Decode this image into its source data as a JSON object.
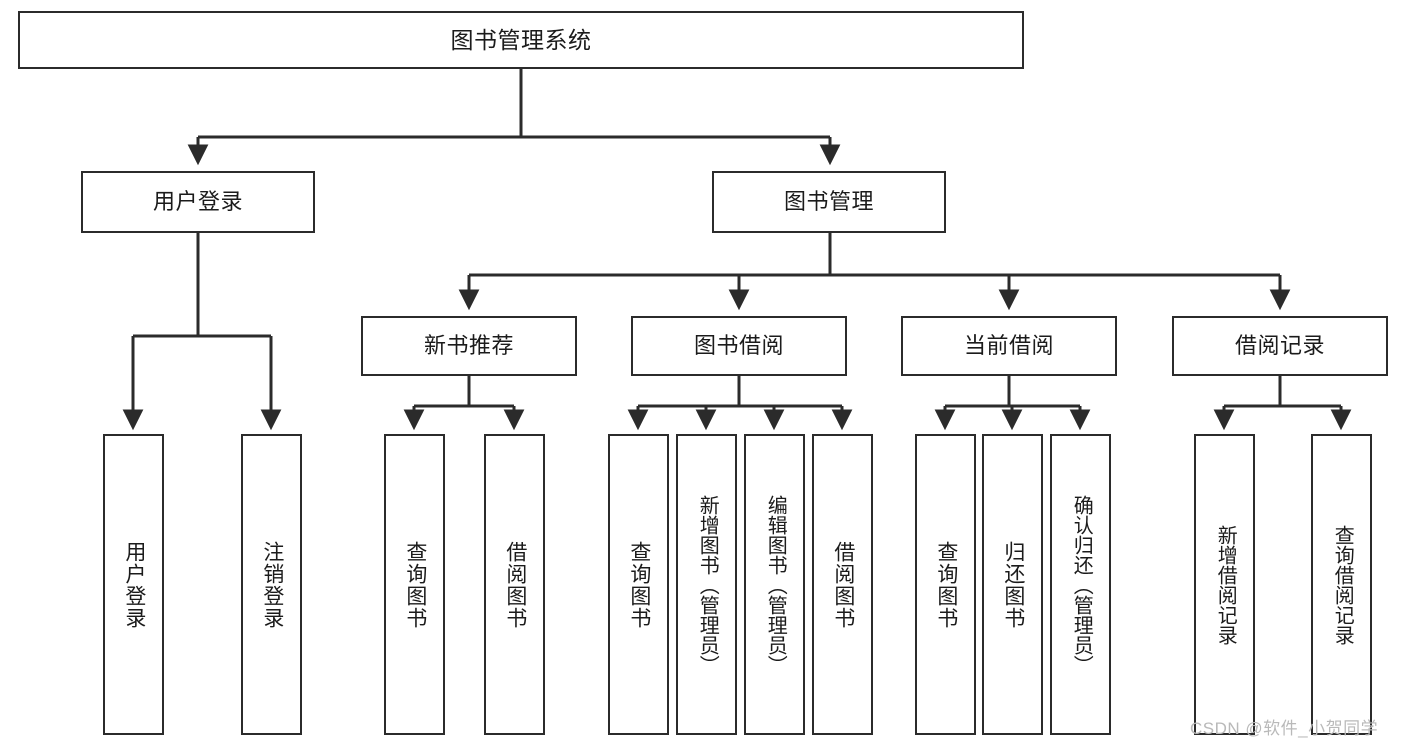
{
  "diagram": {
    "type": "tree-hierarchy",
    "title": "图书管理系统",
    "watermark": "CSDN @软件_小贺同学",
    "colors": {
      "stroke": "#2b2b2b",
      "fill": "#ffffff",
      "text": "#1b1b1b",
      "watermark": "#b9b9b9"
    },
    "nodes": {
      "root": {
        "label": "图书管理系统"
      },
      "level2": [
        {
          "id": "user-login",
          "label": "用户登录"
        },
        {
          "id": "book-manage",
          "label": "图书管理"
        }
      ],
      "level3": [
        {
          "id": "new-book-recommend",
          "label": "新书推荐"
        },
        {
          "id": "book-borrow",
          "label": "图书借阅"
        },
        {
          "id": "current-borrow",
          "label": "当前借阅"
        },
        {
          "id": "borrow-record",
          "label": "借阅记录"
        }
      ],
      "leaves": {
        "user_login": [
          {
            "id": "leaf-user-login",
            "label": "用户登录"
          },
          {
            "id": "leaf-logout-login",
            "label": "注销登录"
          }
        ],
        "new_book_recommend": [
          {
            "id": "leaf-query-book-1",
            "label": "查询图书"
          },
          {
            "id": "leaf-borrow-book-1",
            "label": "借阅图书"
          }
        ],
        "book_borrow": [
          {
            "id": "leaf-query-book-2",
            "label": "查询图书"
          },
          {
            "id": "leaf-add-book",
            "label": "新增图书（管理员）"
          },
          {
            "id": "leaf-edit-book",
            "label": "编辑图书（管理员）"
          },
          {
            "id": "leaf-borrow-book-2",
            "label": "借阅图书"
          }
        ],
        "current_borrow": [
          {
            "id": "leaf-query-book-3",
            "label": "查询图书"
          },
          {
            "id": "leaf-return-book",
            "label": "归还图书"
          },
          {
            "id": "leaf-confirm-return",
            "label": "确认归还（管理员）"
          }
        ],
        "borrow_record": [
          {
            "id": "leaf-add-record",
            "label": "新增借阅记录"
          },
          {
            "id": "leaf-query-record",
            "label": "查询借阅记录"
          }
        ]
      }
    }
  }
}
